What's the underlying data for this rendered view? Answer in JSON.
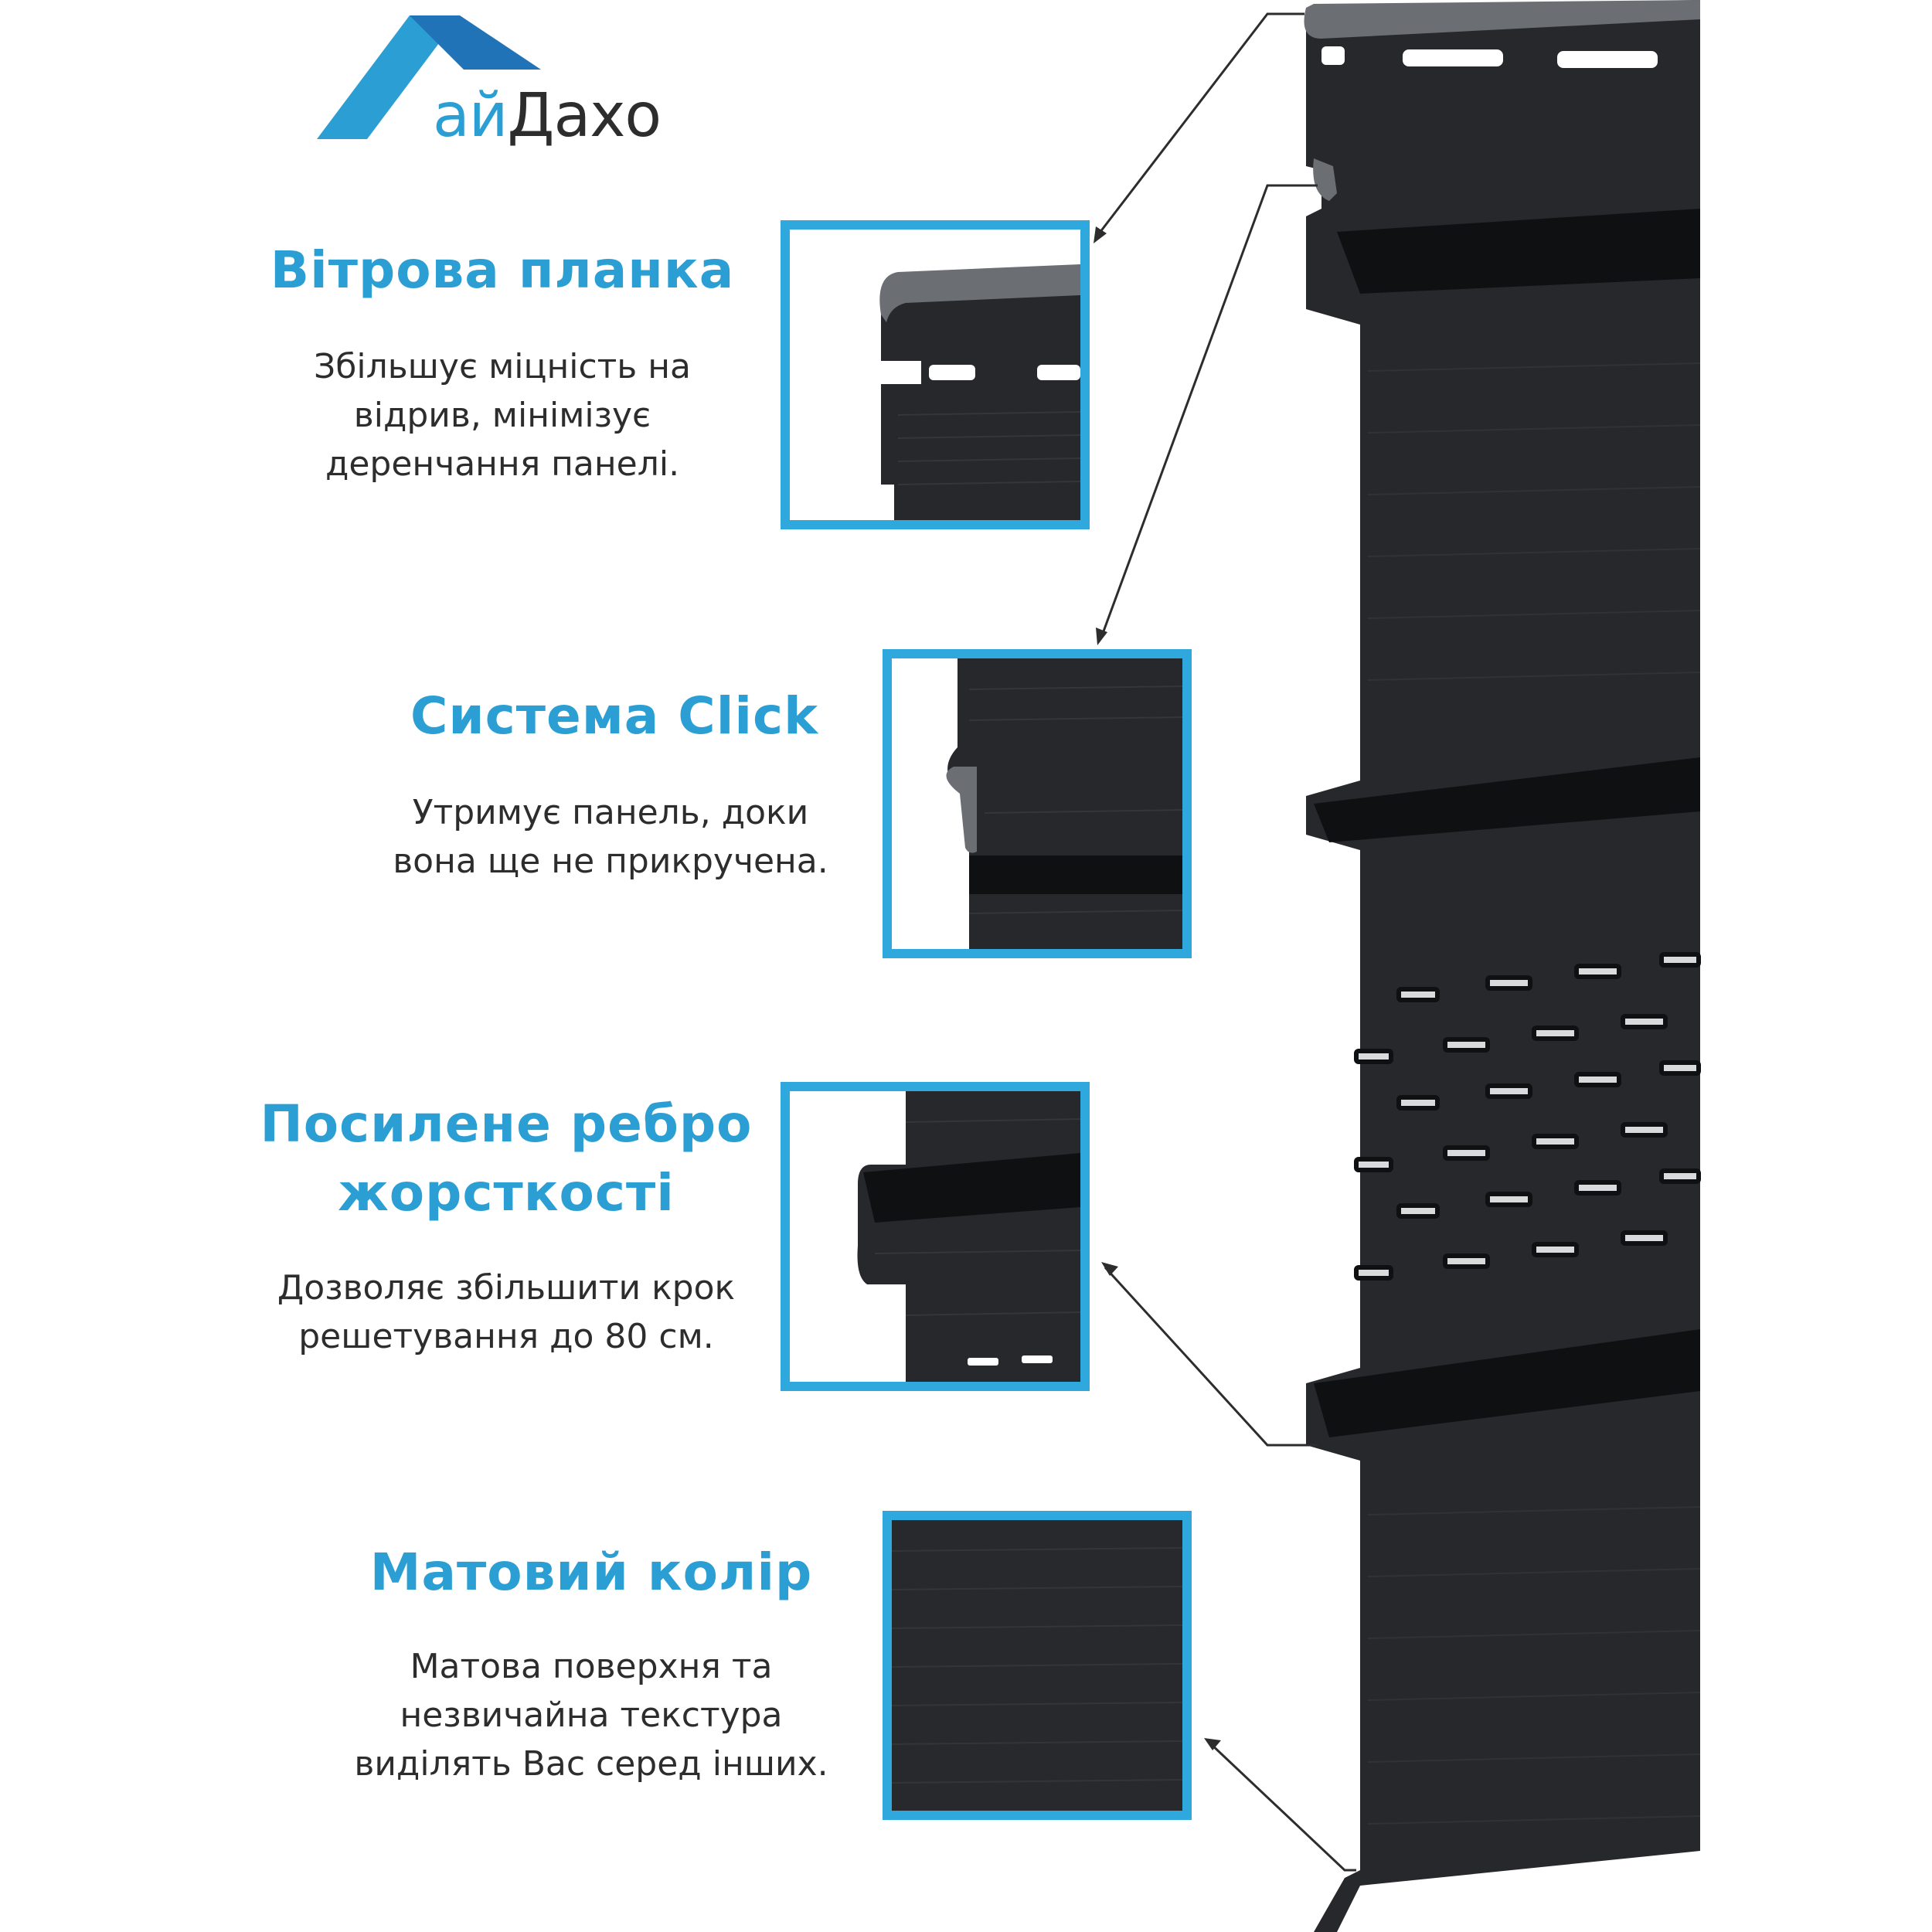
{
  "brand": {
    "logo_part1": "ай",
    "logo_part2": "Дахо",
    "colors": {
      "accent": "#2fa8dd",
      "accent_dark": "#1f73b6",
      "text": "#2d2d2d",
      "panel": "#26282b"
    }
  },
  "features": [
    {
      "title": "Вітрова планка",
      "desc_lines": [
        "Збільшує міцність на",
        "відрив, мінімізує",
        "деренчання панелі."
      ]
    },
    {
      "title": "Система Click",
      "desc_lines": [
        "Утримує панель, доки",
        "вона ще не прикручена."
      ]
    },
    {
      "title_lines": [
        "Посилене ребро",
        "жорсткості"
      ],
      "desc_lines": [
        "Дозволяє збільшити крок",
        "решетування до 80 см."
      ]
    },
    {
      "title": "Матовий колір",
      "desc_lines": [
        "Матова поверхня та",
        "незвичайна текстура",
        "виділять Вас серед інших."
      ]
    }
  ]
}
